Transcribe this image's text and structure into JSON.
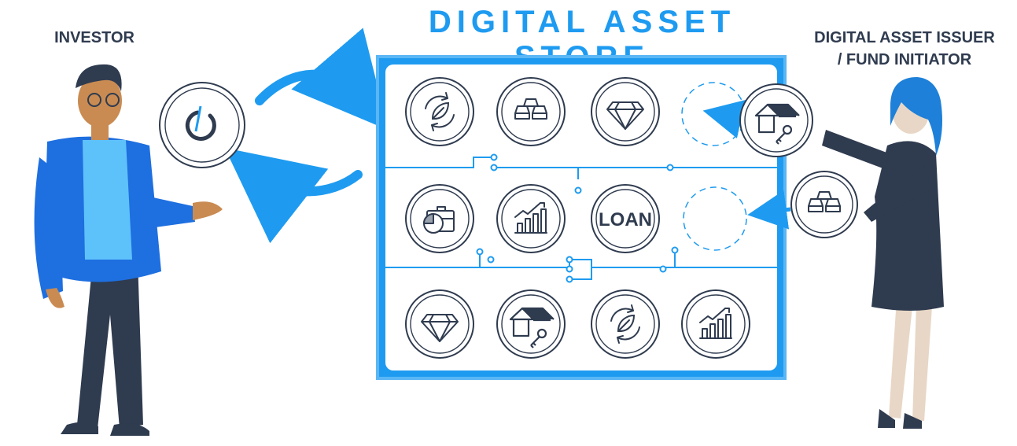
{
  "title": "DIGITAL ASSET STORE",
  "investor_label": "INVESTOR",
  "issuer_label_line1": "DIGITAL ASSET ISSUER",
  "issuer_label_line2": "/ FUND INITIATOR",
  "loan_coin_text": "LOAN",
  "colors": {
    "accent_blue": "#1e9bf0",
    "dark_navy": "#2f3b4f",
    "frame_blue": "#1e9bf0",
    "panel_white": "#ffffff"
  },
  "store_grid": {
    "row1": [
      "sustainability-leaf-icon",
      "gold-bars-icon",
      "diamond-icon",
      "empty-slot"
    ],
    "row2": [
      "portfolio-pie-icon",
      "growth-chart-icon",
      "loan-coin",
      "empty-slot"
    ],
    "row3": [
      "diamond-icon",
      "house-key-icon",
      "sustainability-leaf-icon",
      "growth-chart-icon"
    ]
  }
}
